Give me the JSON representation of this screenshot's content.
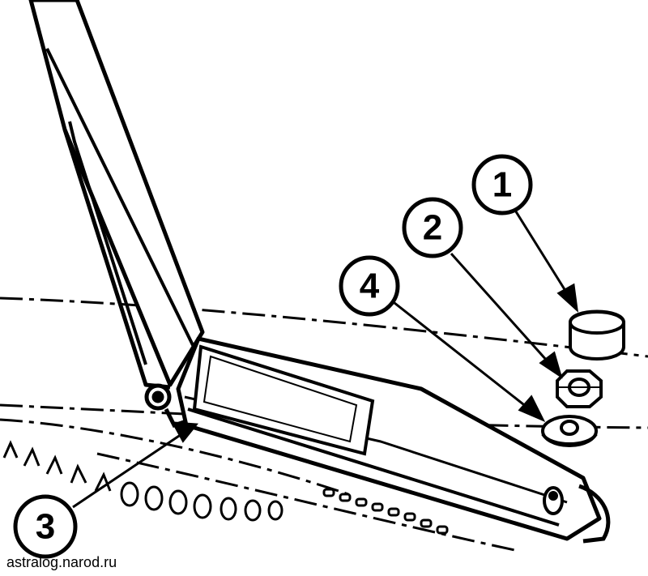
{
  "callouts": [
    {
      "id": "1",
      "label": "1"
    },
    {
      "id": "2",
      "label": "2"
    },
    {
      "id": "3",
      "label": "3"
    },
    {
      "id": "4",
      "label": "4"
    }
  ],
  "watermark": "astralog.narod.ru",
  "colors": {
    "ink": "#000000",
    "paper": "#ffffff"
  }
}
